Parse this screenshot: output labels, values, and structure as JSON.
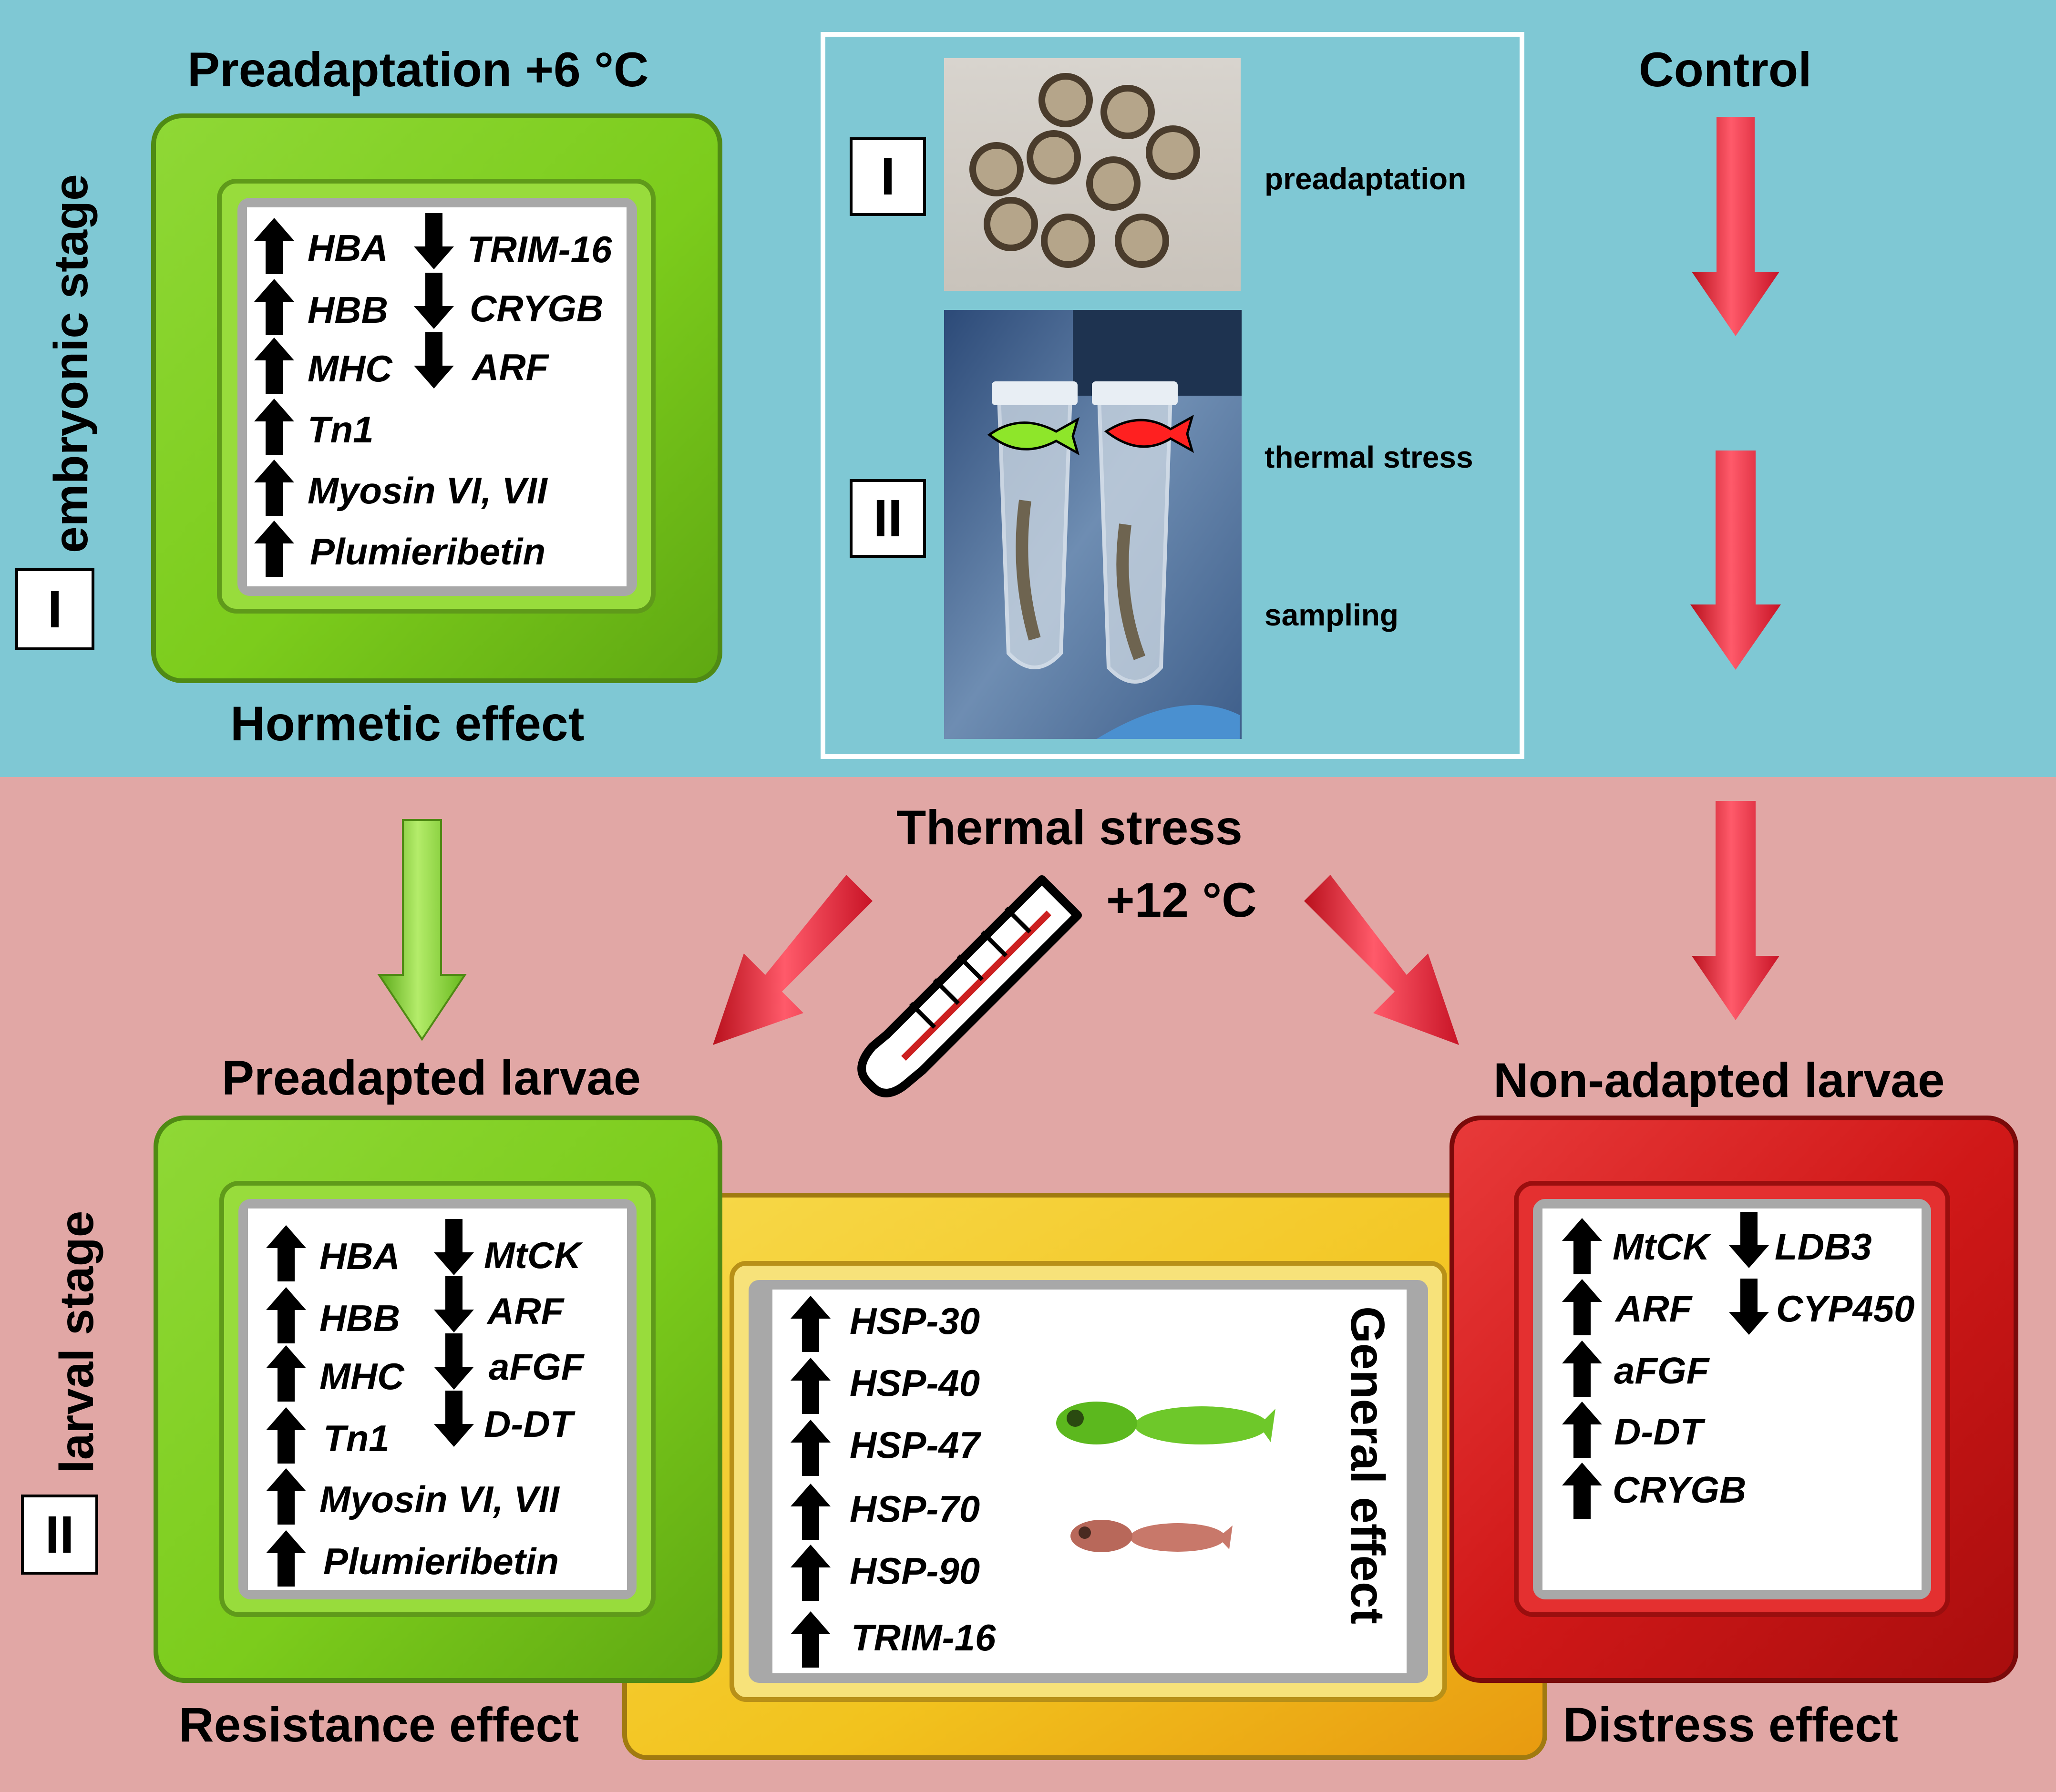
{
  "panels": {
    "embryonic": {
      "roman": "I",
      "label": "embryonic stage"
    },
    "larval": {
      "roman": "II",
      "label": "larval stage"
    }
  },
  "preadaptation": {
    "title": "Preadaptation +6 °C",
    "effect": "Hormetic effect",
    "up": [
      "HBA",
      "HBB",
      "MHC",
      "Tn1",
      "Myosin VI, VII",
      "Plumieribetin"
    ],
    "down": [
      "TRIM-16",
      "CRYGB",
      "ARF"
    ]
  },
  "experiment": {
    "step1": "I",
    "step2": "II",
    "preadaptation_label": "preadaptation",
    "thermal_label": "thermal stress",
    "sampling_label": "sampling"
  },
  "control": {
    "title": "Control"
  },
  "thermal": {
    "title": "Thermal stress",
    "temp": "+12 °C"
  },
  "preadapted_larvae": {
    "title": "Preadapted larvae",
    "effect": "Resistance effect",
    "up": [
      "HBA",
      "HBB",
      "MHC",
      "Tn1",
      "Myosin VI, VII",
      "Plumieribetin"
    ],
    "down": [
      "MtCK",
      "ARF",
      "aFGF",
      "D-DT"
    ]
  },
  "general": {
    "label": "General effect",
    "up": [
      "HSP-30",
      "HSP-40",
      "HSP-47",
      "HSP-70",
      "HSP-90",
      "TRIM-16"
    ]
  },
  "non_adapted": {
    "title": "Non-adapted larvae",
    "effect": "Distress effect",
    "up": [
      "MtCK",
      "ARF",
      "aFGF",
      "D-DT",
      "CRYGB"
    ],
    "down": [
      "LDB3",
      "CYP450"
    ]
  },
  "colors": {
    "top_bg": "#7fc8d4",
    "bottom_bg": "#e1a7a5",
    "green": "#7ccc1c",
    "red": "#d31a1a",
    "yellow": "#f2c31e"
  }
}
